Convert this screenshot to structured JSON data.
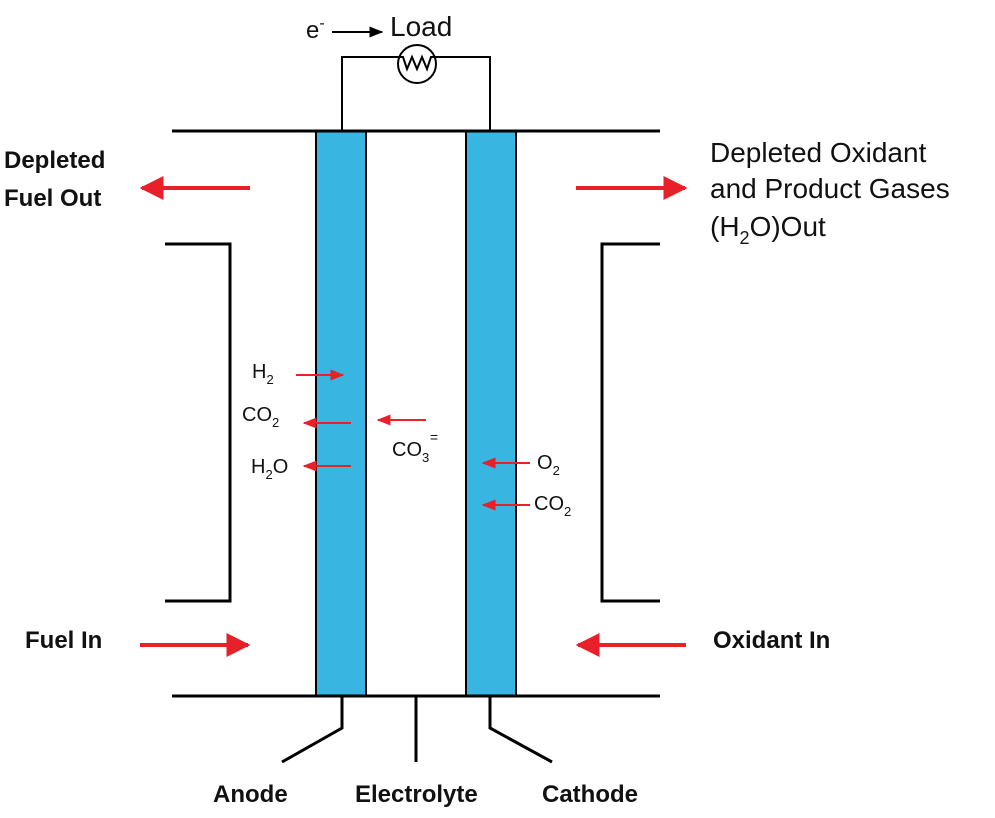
{
  "colors": {
    "electrode": "#38b5e0",
    "arrow": "#e8202a",
    "line": "#000000",
    "text": "#111111"
  },
  "labels": {
    "electron": {
      "base": "e",
      "sup": "-"
    },
    "load": "Load",
    "depleted_fuel_out_1": "Depleted",
    "depleted_fuel_out_2": "Fuel Out",
    "depleted_oxidant_1": "Depleted Oxidant",
    "depleted_oxidant_2": "and Product Gases",
    "depleted_oxidant_3": {
      "pre": "(H",
      "sub": "2",
      "post": "O)Out"
    },
    "fuel_in": "Fuel In",
    "oxidant_in": "Oxidant In",
    "anode": "Anode",
    "electrolyte": "Electrolyte",
    "cathode": "Cathode"
  },
  "species": {
    "h2": {
      "base": "H",
      "sub": "2"
    },
    "co2_anode": {
      "base": "CO",
      "sub": "2"
    },
    "h2o": {
      "pre": "H",
      "sub": "2",
      "post": "O"
    },
    "co3": {
      "base": "CO",
      "sub": "3",
      "sup": "="
    },
    "o2": {
      "base": "O",
      "sub": "2"
    },
    "co2_cathode": {
      "base": "CO",
      "sub": "2"
    }
  },
  "icons": {
    "load": "resistor-in-circle-icon"
  }
}
